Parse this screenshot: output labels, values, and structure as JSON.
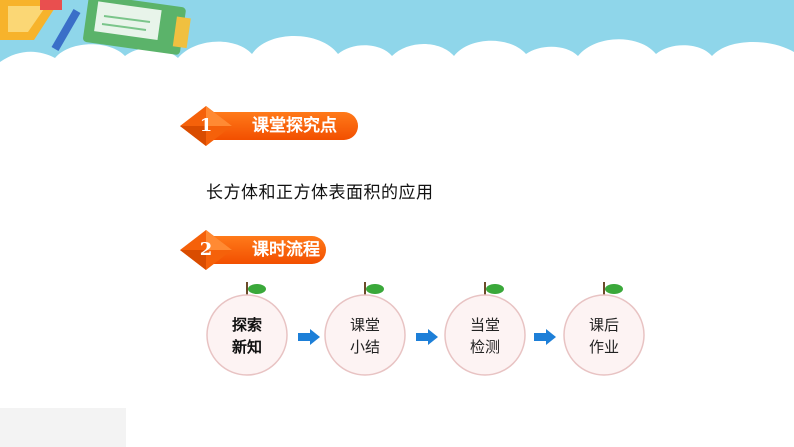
{
  "sections": [
    {
      "number": "1",
      "title": "课堂探究点"
    },
    {
      "number": "2",
      "title": "课时流程"
    }
  ],
  "topic": "长方体和正方体表面积的应用",
  "flow": {
    "steps": [
      {
        "line1": "探索",
        "line2": "新知",
        "active": true
      },
      {
        "line1": "课堂",
        "line2": "小结",
        "active": false
      },
      {
        "line1": "当堂",
        "line2": "检测",
        "active": false
      },
      {
        "line1": "课后",
        "line2": "作业",
        "active": false
      }
    ]
  },
  "colors": {
    "sky": "#8fd6ea",
    "ribbon": "#f56a0f",
    "badge": "#f5610a",
    "arrow": "#1d7fd8",
    "leaf": "#3aa83a",
    "fruit_fill": "#fdf3f3",
    "fruit_stroke": "#e8c3c3"
  }
}
